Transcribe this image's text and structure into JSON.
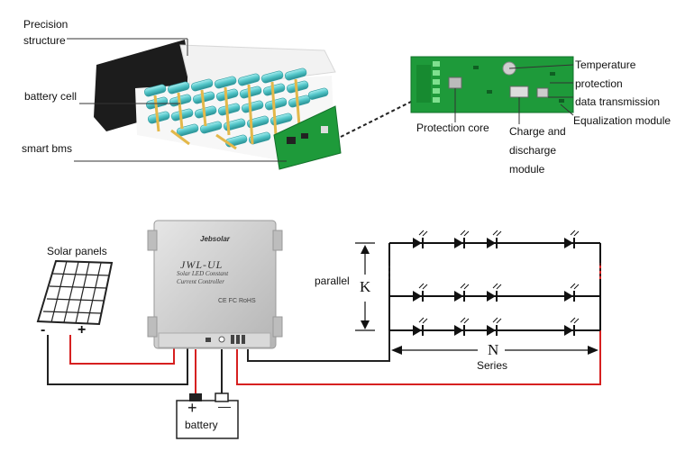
{
  "battery_pack": {
    "labels": {
      "precision_structure": "Precision\nstructure",
      "battery_cell": "battery cell",
      "smart_bms": "smart bms"
    }
  },
  "bms_board": {
    "labels": {
      "temperature_protection": "Temperature\nprotection",
      "data_transmission": "data transmission",
      "equalization_module": "Equalization module",
      "protection_core": "Protection core",
      "charge_discharge_module": "Charge and\ndischarge\nmodule"
    }
  },
  "wiring": {
    "solar_panels": "Solar panels",
    "panel_minus": "-",
    "panel_plus": "+",
    "battery": "battery",
    "battery_plus": "+",
    "battery_minus": "—",
    "parallel": "parallel",
    "k_label": "K",
    "n_label": "N",
    "series": "Series"
  },
  "controller": {
    "brand": "Jebsolar",
    "model": "JWL-UL",
    "line1": "Solar LED Constant",
    "line2": "Current Controller",
    "marks": "CE FC RoHS"
  },
  "colors": {
    "pcb_green": "#1e9a3a",
    "cell_teal": "#4fc3c6",
    "wire_red": "#d62020",
    "controller_gray": "#c9c9c9"
  }
}
